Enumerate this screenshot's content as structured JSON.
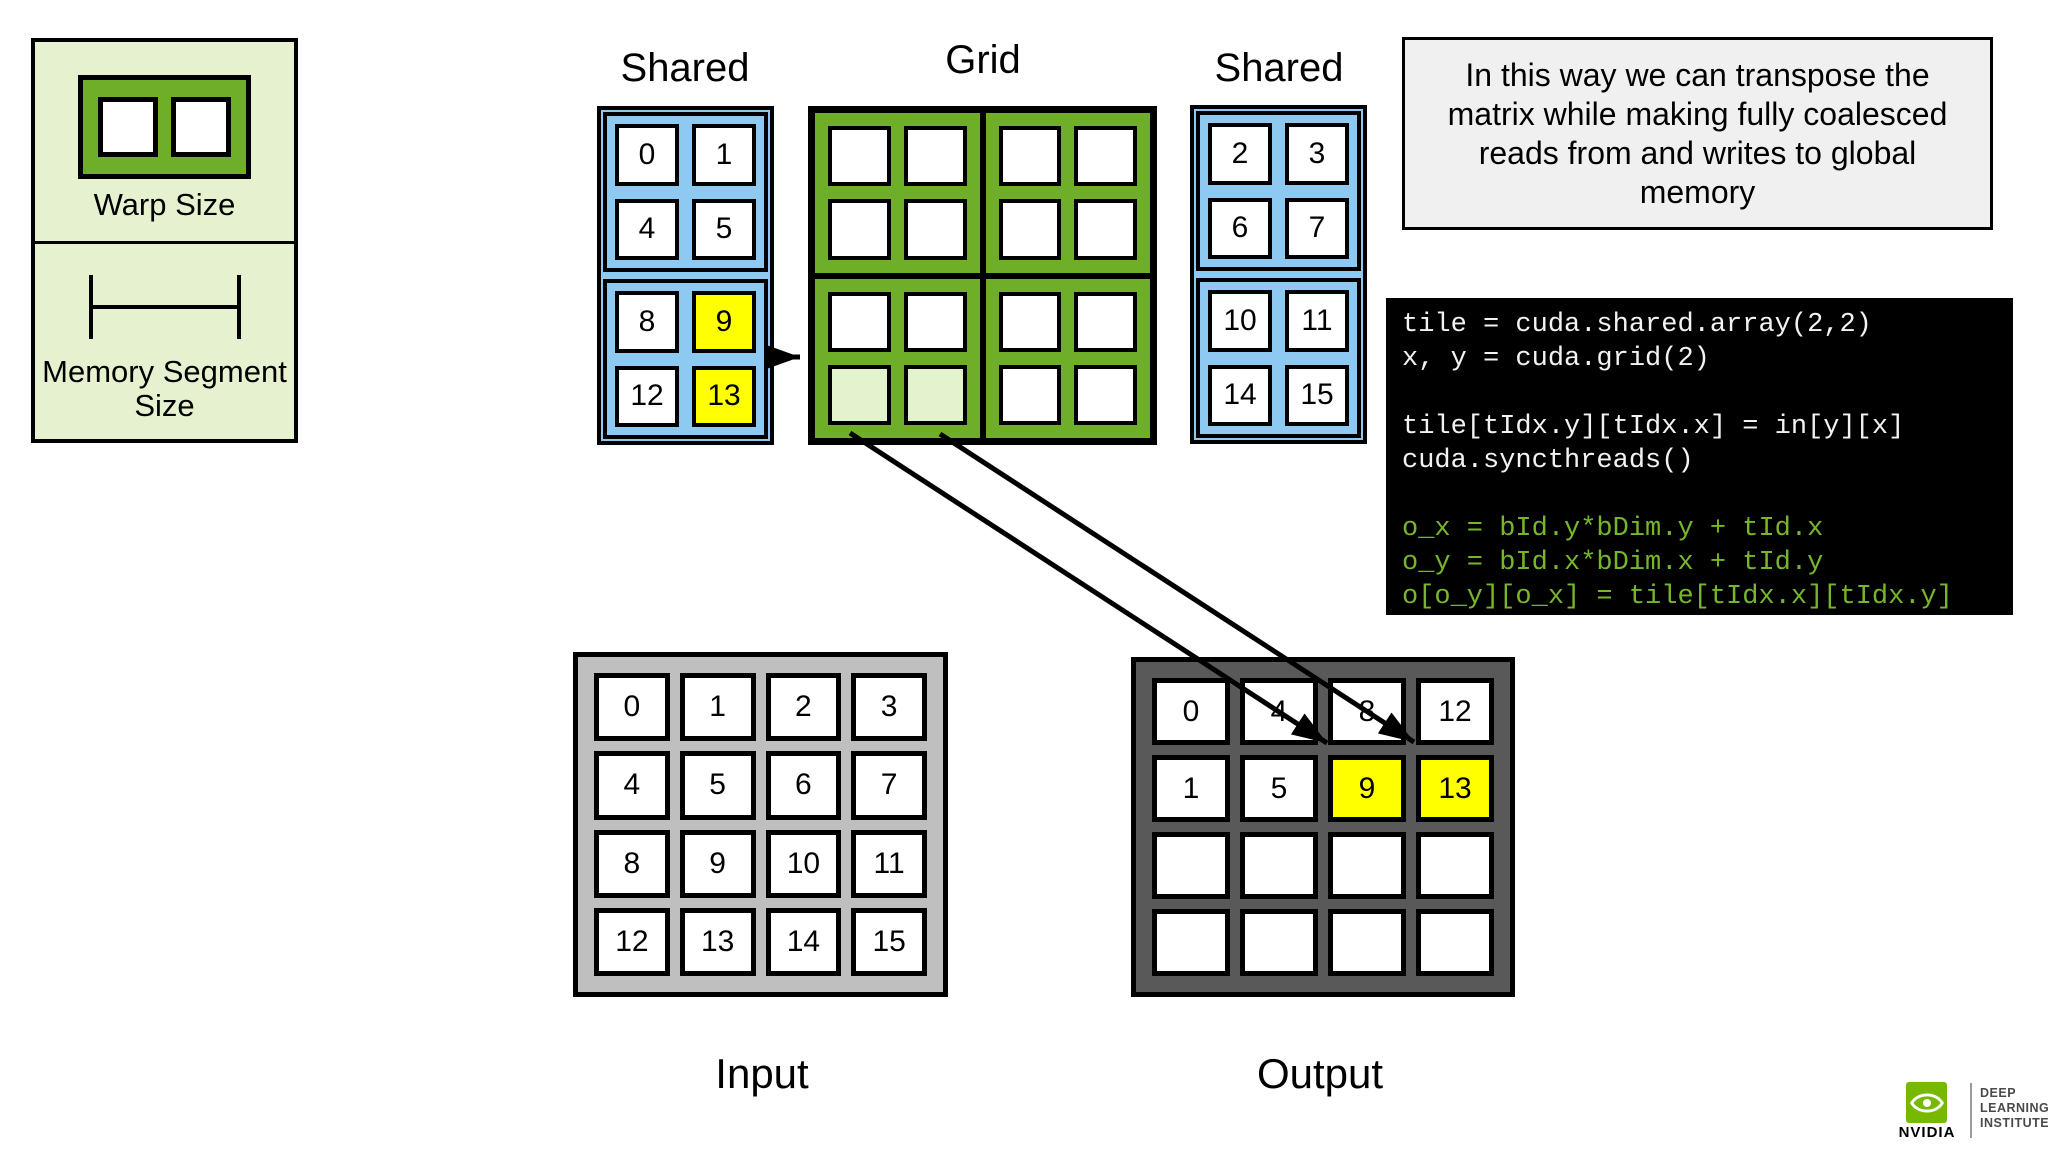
{
  "legend": {
    "warp_size_label": "Warp Size",
    "memory_segment_label": "Memory Segment Size"
  },
  "shared_left": {
    "title": "Shared",
    "cells": [
      "0",
      "1",
      "4",
      "5",
      "8",
      "9",
      "12",
      "13"
    ],
    "highlighted_values": [
      "9",
      "13"
    ]
  },
  "grid": {
    "title": "Grid",
    "highlighted_block": "bottom-left",
    "highlighted_row": "bottom"
  },
  "shared_right": {
    "title": "Shared",
    "cells": [
      "2",
      "3",
      "6",
      "7",
      "10",
      "11",
      "14",
      "15"
    ]
  },
  "note": {
    "text": "In this way we can transpose the matrix while making fully coalesced reads from and writes to global memory"
  },
  "code": {
    "lines": [
      {
        "text": "tile = cuda.shared.array(2,2)",
        "color": "white"
      },
      {
        "text": "x, y = cuda.grid(2)",
        "color": "white"
      },
      {
        "text": "",
        "color": "white"
      },
      {
        "text": "tile[tIdx.y][tIdx.x] = in[y][x]",
        "color": "white"
      },
      {
        "text": "cuda.syncthreads()",
        "color": "white"
      },
      {
        "text": "",
        "color": "white"
      },
      {
        "text": "o_x = bId.y*bDim.y + tId.x",
        "color": "green"
      },
      {
        "text": "o_y = bId.x*bDim.x + tId.y",
        "color": "green"
      },
      {
        "text": "o[o_y][o_x] = tile[tIdx.x][tIdx.y]",
        "color": "green"
      }
    ]
  },
  "input": {
    "title": "Input",
    "cells": [
      "0",
      "1",
      "2",
      "3",
      "4",
      "5",
      "6",
      "7",
      "8",
      "9",
      "10",
      "11",
      "12",
      "13",
      "14",
      "15"
    ]
  },
  "output": {
    "title": "Output",
    "cells": [
      "0",
      "4",
      "8",
      "12",
      "1",
      "5",
      "9",
      "13",
      "",
      "",
      "",
      "",
      "",
      "",
      "",
      ""
    ],
    "highlighted_values": [
      "9",
      "13"
    ]
  },
  "branding": {
    "brand": "NVIDIA",
    "institute_line1": "DEEP",
    "institute_line2": "LEARNING",
    "institute_line3": "INSTITUTE"
  },
  "colors": {
    "block_green": "#6fae28",
    "light_green_cell": "#e2f3cd",
    "legend_bg": "#e6f2cf",
    "shared_blue": "#8ec9f2",
    "highlight_yellow": "#ffff00",
    "input_bg": "#bfbfbf",
    "output_bg": "#595959",
    "note_bg": "#f0f0f0",
    "code_bg": "#000000",
    "code_text": "#f2f2f2",
    "code_green": "#77b62c",
    "nvidia_green": "#76b900"
  }
}
